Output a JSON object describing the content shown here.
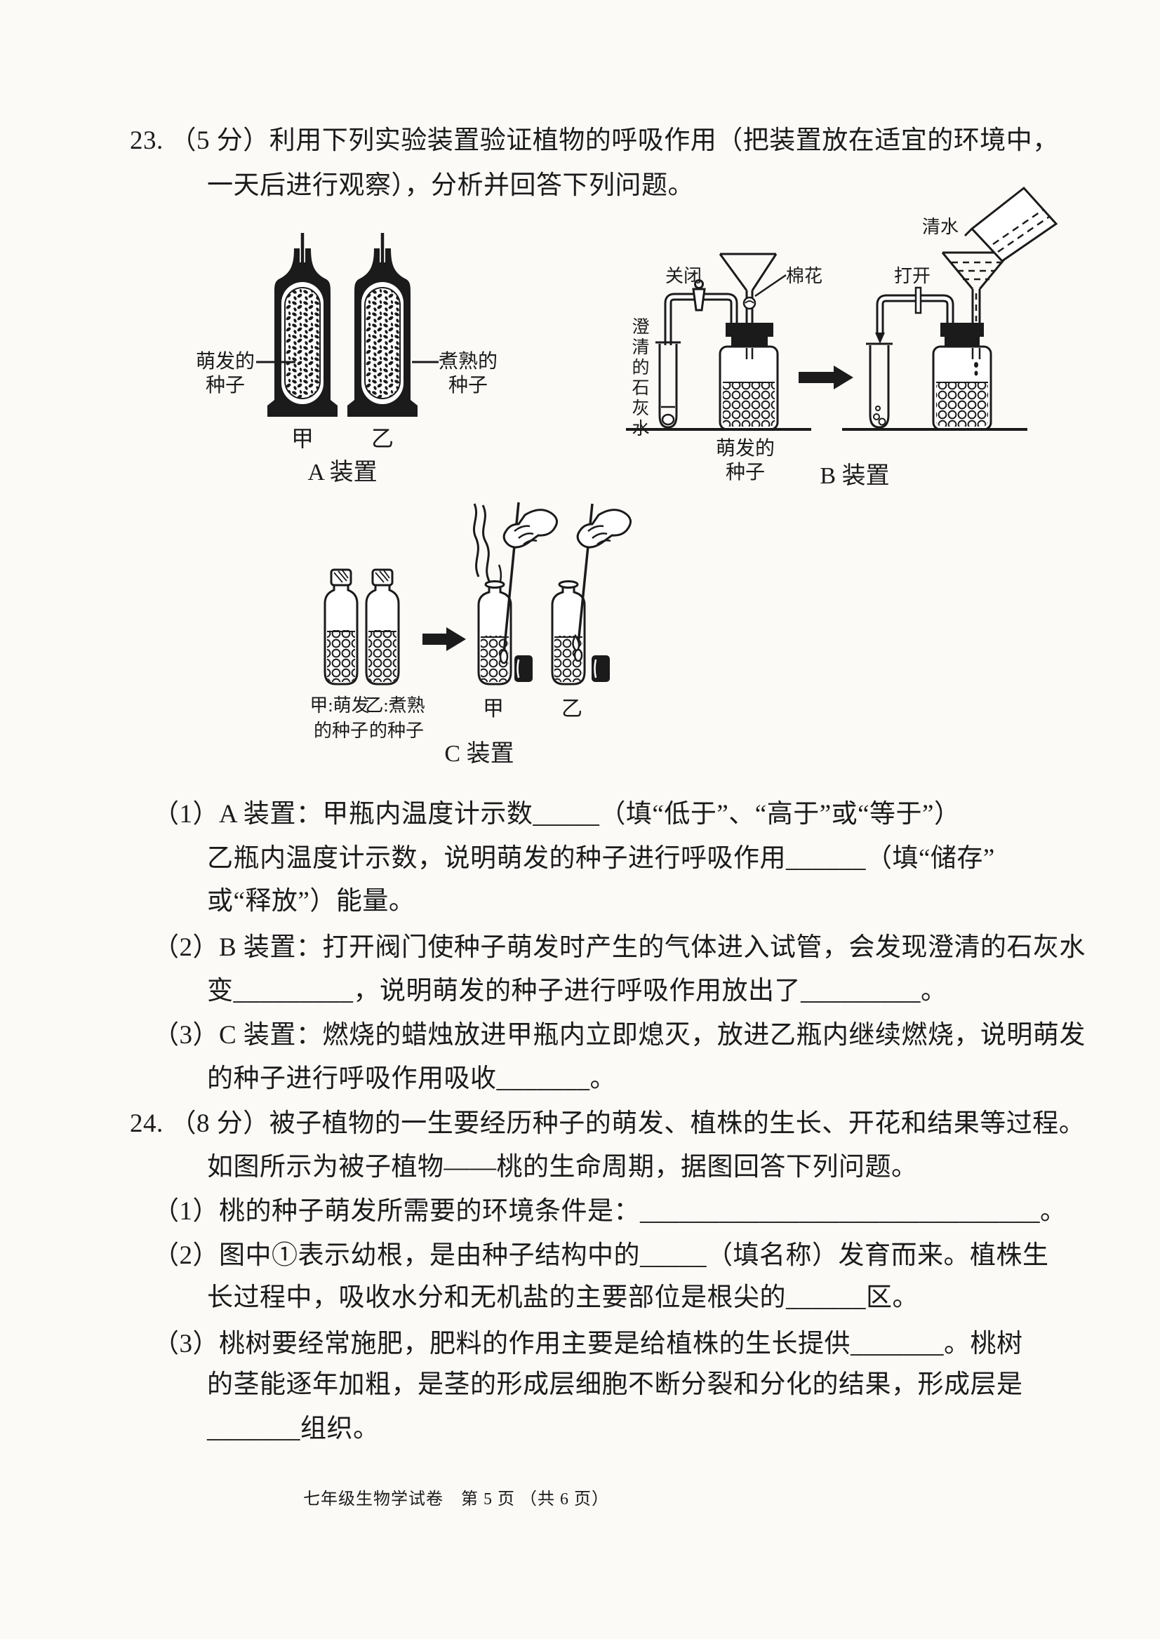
{
  "q23": {
    "l1": "23. （5 分）利用下列实验装置验证植物的呼吸作用（把装置放在适宜的环境中，",
    "l2": "一天后进行观察），分析并回答下列问题。",
    "i1l1": "（1）A 装置：甲瓶内温度计示数_____（填“低于”、“高于”或“等于”）",
    "i1l2": "乙瓶内温度计示数，说明萌发的种子进行呼吸作用______（填“储存”",
    "i1l3": "或“释放”）能量。",
    "i2l1": "（2）B 装置：打开阀门使种子萌发时产生的气体进入试管，会发现澄清的石灰水",
    "i2l2": "变_________，说明萌发的种子进行呼吸作用放出了_________。",
    "i3l1": "（3）C 装置：燃烧的蜡烛放进甲瓶内立即熄灭，放进乙瓶内继续燃烧，说明萌发",
    "i3l2": "的种子进行呼吸作用吸收_______。"
  },
  "q24": {
    "l1": "24. （8 分）被子植物的一生要经历种子的萌发、植株的生长、开花和结果等过程。",
    "l2": "如图所示为被子植物——桃的生命周期，据图回答下列问题。",
    "i1": "（1）桃的种子萌发所需要的环境条件是：______________________________。",
    "i2l1": "（2）图中①表示幼根，是由种子结构中的_____（填名称）发育而来。植株生",
    "i2l2": "长过程中，吸收水分和无机盐的主要部位是根尖的______区。",
    "i3l1": "（3）桃树要经常施肥，肥料的作用主要是给植株的生长提供_______。桃树",
    "i3l2": "的茎能逐年加粗，是茎的形成层细胞不断分裂和分化的结果，形成层是",
    "i3l3": "_______组织。"
  },
  "diagA": {
    "seed1a": "萌发的",
    "seed1b": "种子",
    "seed2a": "煮熟的",
    "seed2b": "种子",
    "jar1": "甲",
    "jar2": "乙",
    "caption": "A 装置"
  },
  "diagB": {
    "lime": "澄清的石灰水",
    "closed": "关闭",
    "cotton": "棉花",
    "open": "打开",
    "water": "清水",
    "seedsa": "萌发的",
    "seedsb": "种子",
    "caption": "B 装置"
  },
  "diagC": {
    "j1a": "甲:萌发",
    "j1b": "的种子",
    "j2a": "乙:煮熟",
    "j2b": "的种子",
    "jar1": "甲",
    "jar2": "乙",
    "caption": "C 装置"
  },
  "footer": "七年级生物学试卷　第 5 页 （共 6 页）"
}
